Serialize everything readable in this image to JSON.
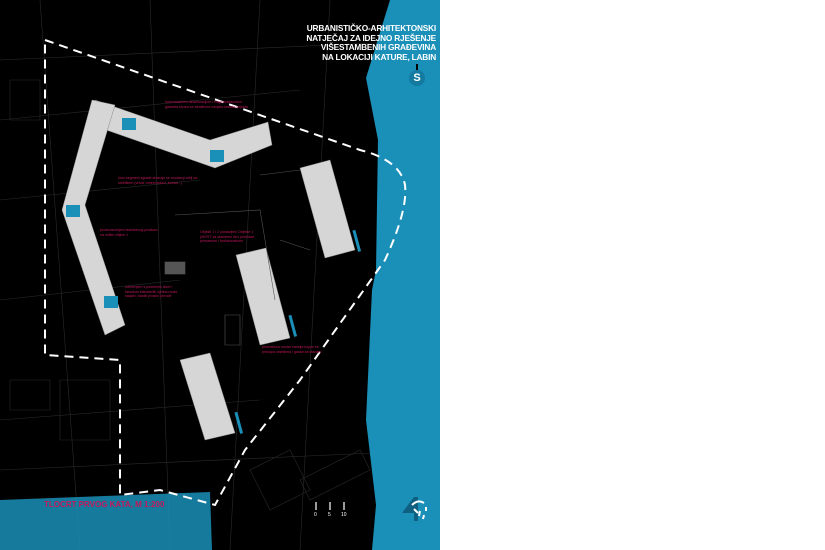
{
  "title": {
    "lines": [
      "URBANISTIČKO-ARHITEKTONSKI",
      "NATJEČAJ ZA IDEJNO RJEŠENJE",
      "VIŠESTAMBENIH GRAĐEVINA",
      "NA LOKACIJI KATURE, LABIN"
    ]
  },
  "north_label": "S",
  "caption": "TLOCRT PRVOG KATA, M 1:200",
  "scale_bar": [
    "0",
    "5",
    "10"
  ],
  "notes": [
    "horizontalnom dinamizacijom i fragmentiranošću gabarita stvara se atraktivna vanjska fasada objekta",
    "kroz segment zgrade stvaraju se unutarnji atriji sa stubištem (vrtovi, zeleni zidovi, bunari...)",
    "produžavanjem stambenog prostora na velike čitljive 1",
    "Objekti 1 i 2 postavljeni Objekte 1 (MOST za stambeni dio) proizlaze primarnom i funkcionalnom",
    "odmičnjem s posebnim tlocrt i fasadom stambenih cjelina može stajati i vlastiti prostor prirode",
    "prometnica unutar naselja kojom se pristupa objektima i garaži za stanare"
  ],
  "colors": {
    "accent_blue": "#1a8fb8",
    "annotation": "#c2185b",
    "background": "#000000"
  }
}
